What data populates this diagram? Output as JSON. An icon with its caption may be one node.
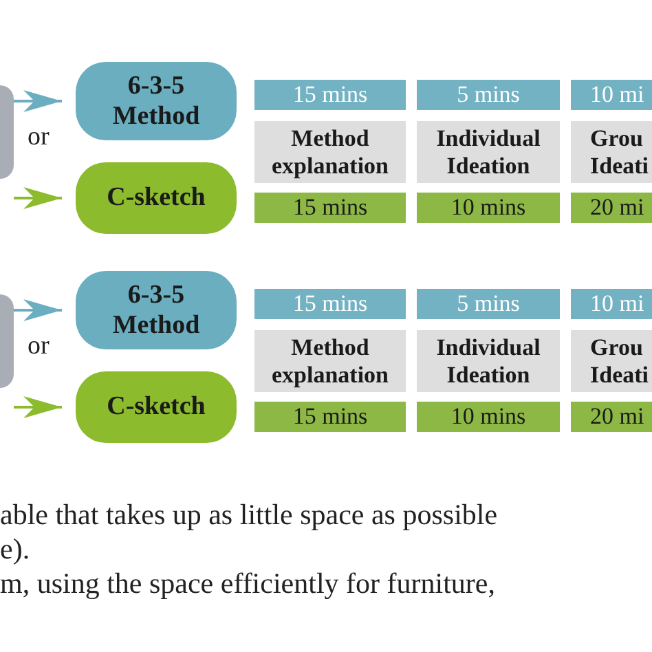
{
  "diagram": {
    "nodes": [
      {
        "text": [],
        "shape": "box"
      },
      {
        "text": [
          "6-3-5 Method"
        ]
      },
      {
        "text": [
          "C-sketch"
        ]
      },
      {
        "text": [
          "15 mins"
        ]
      },
      {
        "text": [
          "5 mins"
        ]
      },
      {
        "text": [
          "10 mi"
        ]
      },
      {
        "text": [
          "Method explanation"
        ]
      },
      {
        "text": [
          "Individual Ideation"
        ]
      },
      {
        "text": [
          "Grou Ideati"
        ]
      },
      {
        "text": [
          "15 mins"
        ]
      },
      {
        "text": [
          "10 mins"
        ]
      },
      {
        "text": [
          "20 mi"
        ]
      },
      {
        "text": [],
        "shape": "box"
      },
      {
        "text": [
          "6-3-5 Method"
        ]
      },
      {
        "text": [
          "C-sketch"
        ]
      },
      {
        "text": [
          "15 mins"
        ]
      },
      {
        "text": [
          "5 mins"
        ]
      },
      {
        "text": [
          "10 mi"
        ]
      },
      {
        "text": [
          "Method explanation"
        ]
      },
      {
        "text": [
          "Individual Ideation"
        ]
      },
      {
        "text": [
          "Grou Ideati"
        ]
      },
      {
        "text": [
          "15 mins"
        ]
      },
      {
        "text": [
          "10 mins"
        ]
      },
      {
        "text": [
          "20 mi"
        ]
      }
    ],
    "edges": [
      {
        "from": 0,
        "to": 1,
        "arrow": "to",
        "color": "#6aaec0"
      },
      {
        "from": 0,
        "to": 2,
        "arrow": "to",
        "color": "#8dbb2e"
      },
      {
        "from": 12,
        "to": 13,
        "arrow": "to",
        "color": "#6aaec0"
      },
      {
        "from": 12,
        "to": 14,
        "arrow": "to",
        "color": "#8dbb2e"
      }
    ],
    "labels": [
      "or",
      "or",
      "able that takes up as little space as possible",
      "e).",
      "m, using the space efficiently for furniture,"
    ]
  }
}
